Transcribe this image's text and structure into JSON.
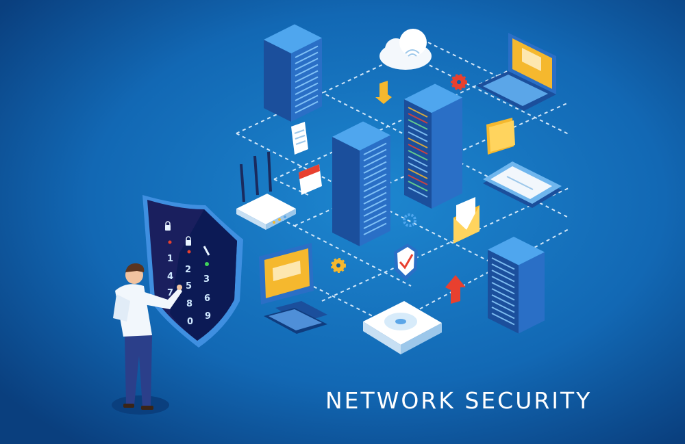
{
  "title": "NETWORK SECURITY",
  "keypad": {
    "digits": [
      "1",
      "2",
      "3",
      "4",
      "5",
      "6",
      "7",
      "8",
      "9",
      "0"
    ]
  },
  "colors": {
    "background_center": "#1d86cf",
    "background_edge": "#0a3f7e",
    "server_top": "#4fa6ee",
    "server_left": "#1b4f9c",
    "server_right": "#2a6fc6",
    "accent_yellow": "#f5b82e",
    "accent_red": "#e8402f",
    "shield_dark": "#1a1f5e"
  },
  "icons": [
    "server-rack-icon",
    "cloud-icon",
    "laptop-icon",
    "folder-icon",
    "tablet-icon",
    "envelope-icon",
    "router-icon",
    "calendar-icon",
    "document-icon",
    "monitor-icon",
    "hard-drive-icon",
    "shield-check-icon",
    "gear-icon",
    "arrow-icon",
    "shield-keypad-icon",
    "person-icon"
  ]
}
